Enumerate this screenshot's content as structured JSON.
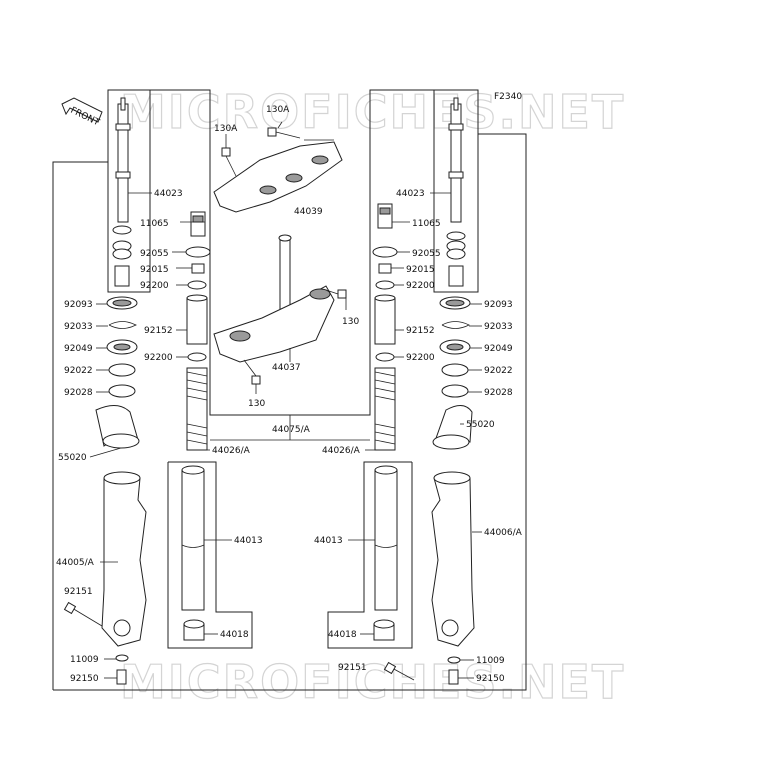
{
  "diagram_code": "F2340",
  "watermark": "MICROFICHES.NET",
  "front_label": "FRONT",
  "labels": {
    "l44023": "44023",
    "r44023": "44023",
    "l11065": "11065",
    "r11065": "11065",
    "l92055": "92055",
    "r92055": "92055",
    "l92015": "92015",
    "r92015": "92015",
    "l92200a": "92200",
    "r92200a": "92200",
    "l92093": "92093",
    "r92093": "92093",
    "l92033": "92033",
    "r92033": "92033",
    "l92152": "92152",
    "r92152": "92152",
    "l92049": "92049",
    "r92049": "92049",
    "l92200b": "92200",
    "r92200b": "92200",
    "l92022": "92022",
    "r92022": "92022",
    "l92028": "92028",
    "r92028": "92028",
    "l55020": "55020",
    "r55020": "55020",
    "l44026": "44026/A",
    "r44026": "44026/A",
    "c44075": "44075/A",
    "l44013": "44013",
    "r44013": "44013",
    "l44018": "44018",
    "r44018": "44018",
    "l44005": "44005/A",
    "r44006": "44006/A",
    "l92151": "92151",
    "r92151": "92151",
    "l11009": "11009",
    "r11009": "11009",
    "l92150": "92150",
    "r92150": "92150",
    "c130a1": "130A",
    "c130a2": "130A",
    "c44039": "44039",
    "c44037": "44037",
    "c130b": "130",
    "c130c": "130"
  }
}
